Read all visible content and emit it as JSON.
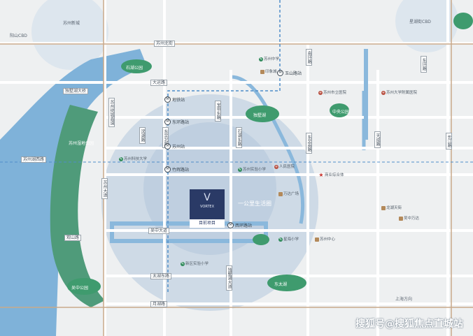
{
  "districts": {
    "xishan_cbd": "阳山CBD",
    "north_tr": "苏州新城",
    "xinglou": "星湖街CBD"
  },
  "roads": {
    "taihu_bridge": "独墅湖大桥",
    "suzhou_lake_road": "苏州湖西路",
    "north_ring": "苏州北街",
    "dayun_road": "大运路",
    "south_ring": "吴中大道",
    "tailing_road": "太湖东路",
    "yuehu_road": "月湖路",
    "guanshan": "观山路",
    "binhu": "滨湖路",
    "dongxin": "东吴北路",
    "kaiyuan": "宝带东路",
    "sixiang": "石湖东路",
    "chenan": "南环路",
    "lumen_east": "东吴南路",
    "qingyang_road": "苏州大道",
    "ring3": "苏州绕城高速",
    "tianchen": "天成路",
    "north_road": "东环路",
    "gujing": "长江路",
    "yinghui": "独墅湖大道",
    "east_end": "上海方向"
  },
  "metro_stations": [
    {
      "label": "地铁站"
    },
    {
      "label": "东环路站"
    },
    {
      "label": "苏州站"
    },
    {
      "label": "玉山路站"
    },
    {
      "label": "西环路站"
    },
    {
      "label": "竹辉路站"
    }
  ],
  "parks": [
    {
      "label": "苏州湿地公园"
    },
    {
      "label": "石湖公园"
    },
    {
      "label": "独墅湖"
    },
    {
      "label": "东太湖"
    },
    {
      "label": "吴中公园"
    },
    {
      "label": "中央公园"
    }
  ],
  "pois": [
    {
      "label": "苏州中学"
    },
    {
      "label": "苏州实验小学"
    },
    {
      "label": "苏州科技大学"
    },
    {
      "label": "苏州市立医院"
    },
    {
      "label": "苏州大学附属医院"
    },
    {
      "label": "印象城"
    },
    {
      "label": "万达广场"
    },
    {
      "label": "龙湖天街"
    },
    {
      "label": "苏州中心"
    },
    {
      "label": "吴中万达"
    },
    {
      "label": "星海小学"
    },
    {
      "label": "新区实验小学"
    },
    {
      "label": "商业综合体"
    },
    {
      "label": "人民医院"
    }
  ],
  "project": {
    "name": "VORTEX",
    "plot": "目前项目"
  },
  "center_circle": "一公里生活圈",
  "watermark": "搜狐号@搜狐焦点直城站",
  "colors": {
    "water": "#7fb2d9",
    "green": "#3f9b6e",
    "circle": "#c7d6e6",
    "project": "#2a3a66"
  }
}
